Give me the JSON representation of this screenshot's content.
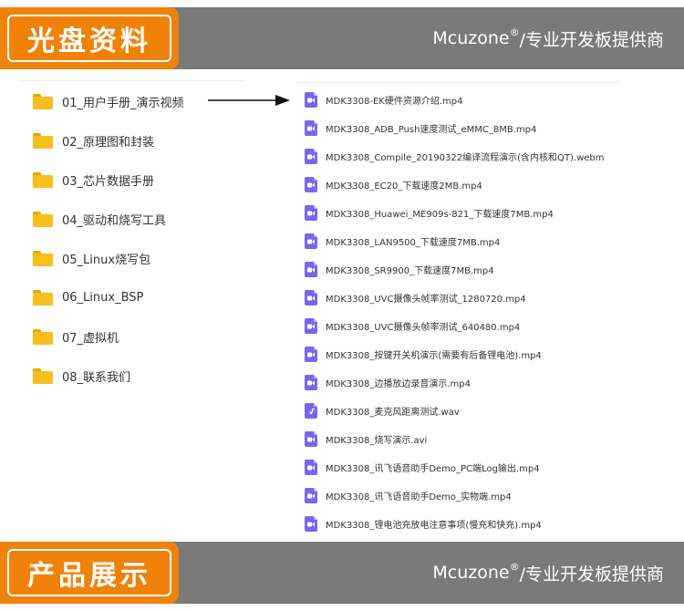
{
  "top_banner": {
    "tag": "光盘资料",
    "brand_name": "Mcuzone",
    "brand_mark": "®",
    "brand_suffix": "/专业开发板提供商"
  },
  "bottom_banner": {
    "tag": "产品展示",
    "brand_name": "Mcuzone",
    "brand_mark": "®",
    "brand_suffix": "/专业开发板提供商"
  },
  "folders": [
    {
      "label": "01_用户手册_演示视频",
      "icon": "folder-icon"
    },
    {
      "label": "02_原理图和封装",
      "icon": "folder-icon"
    },
    {
      "label": "03_芯片数据手册",
      "icon": "folder-icon"
    },
    {
      "label": "04_驱动和烧写工具",
      "icon": "folder-icon"
    },
    {
      "label": "05_Linux烧写包",
      "icon": "folder-icon"
    },
    {
      "label": "06_Linux_BSP",
      "icon": "folder-icon"
    },
    {
      "label": "07_虚拟机",
      "icon": "folder-icon"
    },
    {
      "label": "08_联系我们",
      "icon": "folder-icon"
    }
  ],
  "files": [
    {
      "label": "MDK3308-EK硬件资源介绍.mp4",
      "icon": "video-file-icon"
    },
    {
      "label": "MDK3308_ADB_Push速度测试_eMMC_8MB.mp4",
      "icon": "video-file-icon"
    },
    {
      "label": "MDK3308_Compile_20190322编译流程演示(含内核和QT).webm",
      "icon": "video-file-icon"
    },
    {
      "label": "MDK3308_EC20_下载速度2MB.mp4",
      "icon": "video-file-icon"
    },
    {
      "label": "MDK3308_Huawei_ME909s-821_下载速度7MB.mp4",
      "icon": "video-file-icon"
    },
    {
      "label": "MDK3308_LAN9500_下载速度7MB.mp4",
      "icon": "video-file-icon"
    },
    {
      "label": "MDK3308_SR9900_下载速度7MB.mp4",
      "icon": "video-file-icon"
    },
    {
      "label": "MDK3308_UVC摄像头帧率测试_1280720.mp4",
      "icon": "video-file-icon"
    },
    {
      "label": "MDK3308_UVC摄像头帧率测试_640480.mp4",
      "icon": "video-file-icon"
    },
    {
      "label": "MDK3308_按键开关机演示(需要有后备锂电池).mp4",
      "icon": "video-file-icon"
    },
    {
      "label": "MDK3308_边播放边录音演示.mp4",
      "icon": "video-file-icon"
    },
    {
      "label": "MDK3308_麦克风距离测试.wav",
      "icon": "audio-file-icon"
    },
    {
      "label": "MDK3308_烧写演示.avi",
      "icon": "video-file-icon"
    },
    {
      "label": "MDK3308_讯飞语音助手Demo_PC端Log输出.mp4",
      "icon": "video-file-icon"
    },
    {
      "label": "MDK3308_讯飞语音助手Demo_实物端.mp4",
      "icon": "video-file-icon"
    },
    {
      "label": "MDK3308_锂电池充放电注意事项(慢充和快充).mp4",
      "icon": "video-file-icon"
    }
  ],
  "colors": {
    "accent": "#f0820a",
    "banner": "#7a7a7a",
    "folder": "#f7bf1e",
    "file_icon": "#7d64f0"
  }
}
